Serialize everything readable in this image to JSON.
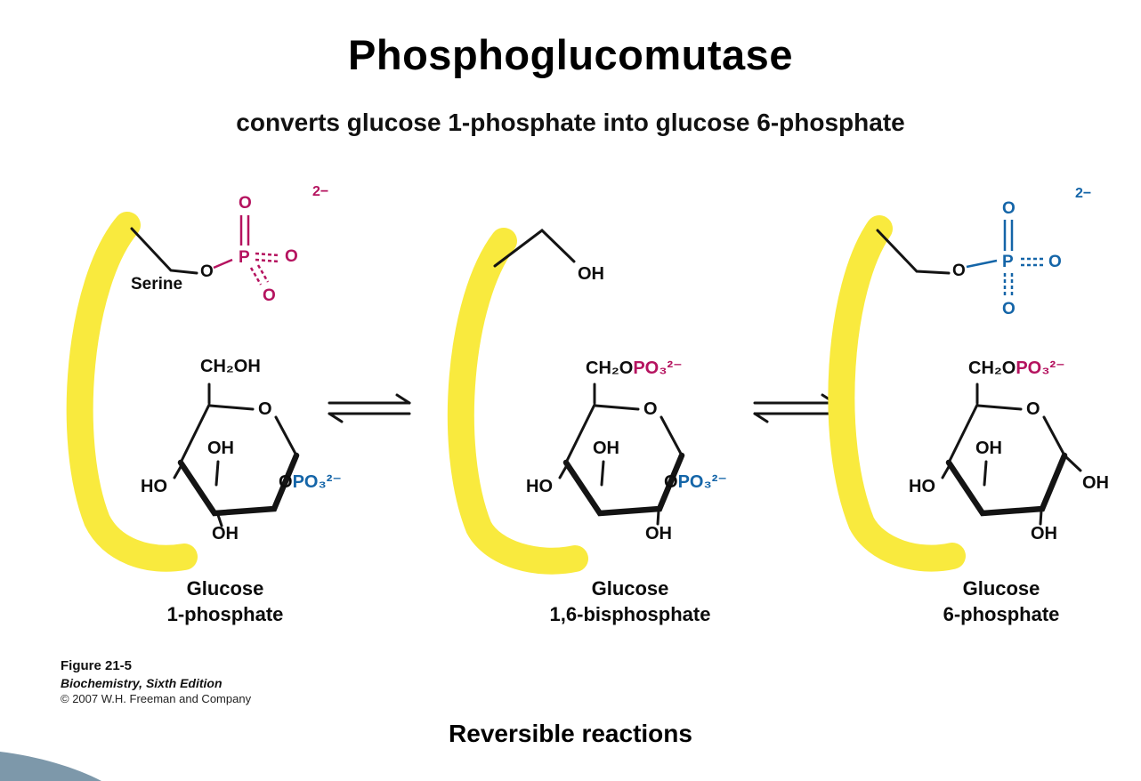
{
  "title": "Phosphoglucomutase",
  "subtitle": "converts glucose 1-phosphate into glucose 6-phosphate",
  "reversible_label": "Reversible reactions",
  "credit": {
    "figure": "Figure 21-5",
    "book": "Biochemistry, Sixth Edition",
    "copyright": "© 2007 W.H. Freeman and Company"
  },
  "colors": {
    "phosphate_magenta": "#b5135f",
    "phosphate_blue": "#1465a8",
    "enzyme_yellow": "#f9ea3e",
    "corner_slate": "#7d98aa",
    "bond_black": "#141414"
  },
  "ring": {
    "o": "O",
    "inner_oh": "OH",
    "left_ho": "HO",
    "bottom_oh": "OH"
  },
  "panels": [
    {
      "serine_label": "Serine",
      "link_o": "O",
      "p": "P",
      "o_top": "O",
      "o_right": "O",
      "o_bottom": "O",
      "charge": "2−",
      "top_formula_black": "CH₂OH",
      "c1_black": "O",
      "c1_phosphate": "PO₃²⁻",
      "name_line1": "Glucose",
      "name_line2": "1-phosphate"
    },
    {
      "serine_oh": "OH",
      "top_formula_black": "CH₂O",
      "top_formula_phosphate": "PO₃²⁻",
      "c1_black": "O",
      "c1_phosphate": "PO₃²⁻",
      "name_line1": "Glucose",
      "name_line2": "1,6-bisphosphate"
    },
    {
      "link_o": "O",
      "p": "P",
      "o_top": "O",
      "o_right": "O",
      "o_bottom": "O",
      "charge": "2−",
      "top_formula_black": "CH₂O",
      "top_formula_phosphate": "PO₃²⁻",
      "c1_black": "OH",
      "name_line1": "Glucose",
      "name_line2": "6-phosphate"
    }
  ]
}
